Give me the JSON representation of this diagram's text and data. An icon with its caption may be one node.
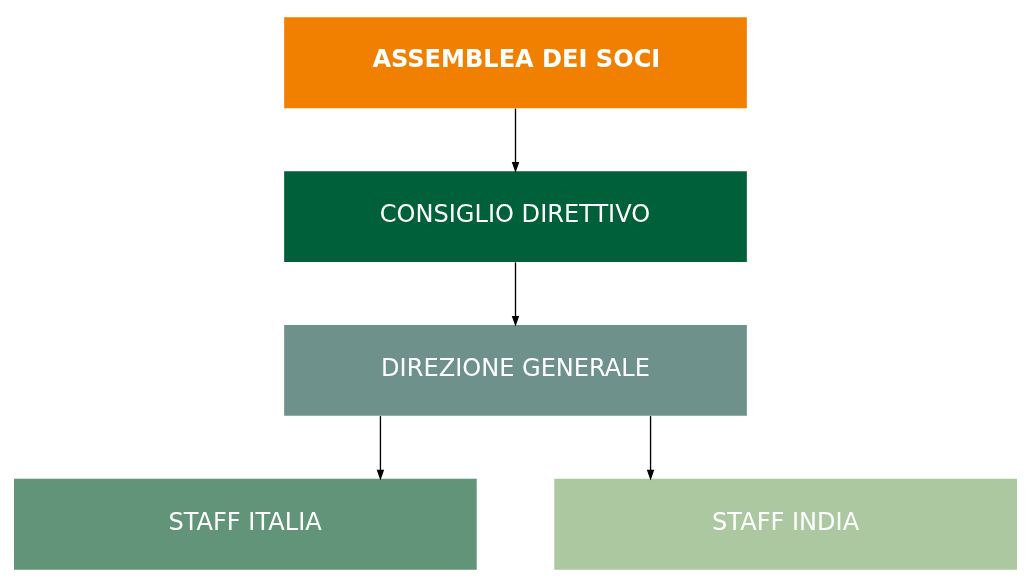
{
  "diagram": {
    "nodes": [
      {
        "text": [
          "ASSEMBLEA DEI SOCI"
        ]
      },
      {
        "text": [
          "CONSIGLIO DIRETTIVO"
        ]
      },
      {
        "text": [
          "DIREZIONE GENERALE"
        ]
      },
      {
        "text": [
          "STAFF ITALIA"
        ]
      },
      {
        "text": [
          "STAFF INDIA"
        ]
      }
    ],
    "edges": [
      {
        "from": 0,
        "to": 1,
        "arrow": "to"
      },
      {
        "from": 1,
        "to": 2,
        "arrow": "to"
      },
      {
        "from": 2,
        "to": 3,
        "arrow": "to"
      },
      {
        "from": 2,
        "to": 4,
        "arrow": "to"
      }
    ]
  }
}
